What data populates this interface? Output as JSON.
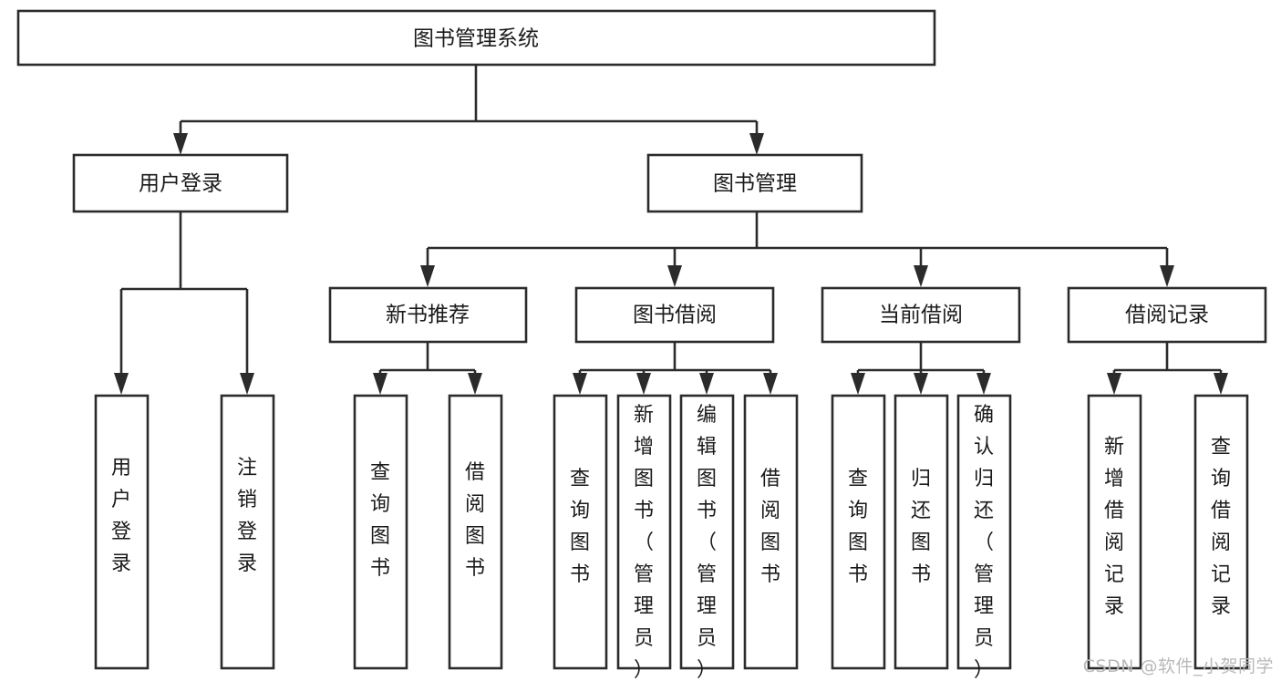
{
  "diagram": {
    "type": "tree-hierarchy-chart",
    "title": "图书管理系统",
    "orientation": "top-down",
    "colors": {
      "box_fill": "#ffffff",
      "box_stroke": "#2b2b2b",
      "text": "#1a1a1a",
      "background": "#ffffff",
      "watermark": "#b9b9b9"
    },
    "levels": [
      {
        "level": 1,
        "nodes": [
          {
            "id": "root",
            "label": "图书管理系统",
            "orientation": "horizontal"
          }
        ]
      },
      {
        "level": 2,
        "nodes": [
          {
            "id": "login",
            "label": "用户登录",
            "orientation": "horizontal",
            "parent": "root"
          },
          {
            "id": "bookmgmt",
            "label": "图书管理",
            "orientation": "horizontal",
            "parent": "root"
          }
        ]
      },
      {
        "level": 3,
        "nodes": [
          {
            "id": "newbook",
            "label": "新书推荐",
            "orientation": "horizontal",
            "parent": "bookmgmt"
          },
          {
            "id": "borrow",
            "label": "图书借阅",
            "orientation": "horizontal",
            "parent": "bookmgmt"
          },
          {
            "id": "current",
            "label": "当前借阅",
            "orientation": "horizontal",
            "parent": "bookmgmt"
          },
          {
            "id": "records",
            "label": "借阅记录",
            "orientation": "horizontal",
            "parent": "bookmgmt"
          }
        ]
      },
      {
        "level": 4,
        "nodes": [
          {
            "id": "leaf-user-login",
            "label": "用户登录",
            "orientation": "vertical",
            "parent": "login"
          },
          {
            "id": "leaf-user-logout",
            "label": "注销登录",
            "orientation": "vertical",
            "parent": "login"
          },
          {
            "id": "leaf-newbook-query",
            "label": "查询图书",
            "orientation": "vertical",
            "parent": "newbook"
          },
          {
            "id": "leaf-newbook-borrow",
            "label": "借阅图书",
            "orientation": "vertical",
            "parent": "newbook"
          },
          {
            "id": "leaf-borrow-query",
            "label": "查询图书",
            "orientation": "vertical",
            "parent": "borrow"
          },
          {
            "id": "leaf-borrow-add",
            "label": "新增图书（管理员）",
            "orientation": "vertical",
            "parent": "borrow"
          },
          {
            "id": "leaf-borrow-edit",
            "label": "编辑图书（管理员）",
            "orientation": "vertical",
            "parent": "borrow"
          },
          {
            "id": "leaf-borrow-lend",
            "label": "借阅图书",
            "orientation": "vertical",
            "parent": "borrow"
          },
          {
            "id": "leaf-current-query",
            "label": "查询图书",
            "orientation": "vertical",
            "parent": "current"
          },
          {
            "id": "leaf-current-return",
            "label": "归还图书",
            "orientation": "vertical",
            "parent": "current"
          },
          {
            "id": "leaf-current-confirm",
            "label": "确认归还（管理员）",
            "orientation": "vertical",
            "parent": "current"
          },
          {
            "id": "leaf-records-add",
            "label": "新增借阅记录",
            "orientation": "vertical",
            "parent": "records"
          },
          {
            "id": "leaf-records-query",
            "label": "查询借阅记录",
            "orientation": "vertical",
            "parent": "records"
          }
        ]
      }
    ]
  },
  "watermark": {
    "text": "CSDN @软件_小贺同学"
  }
}
